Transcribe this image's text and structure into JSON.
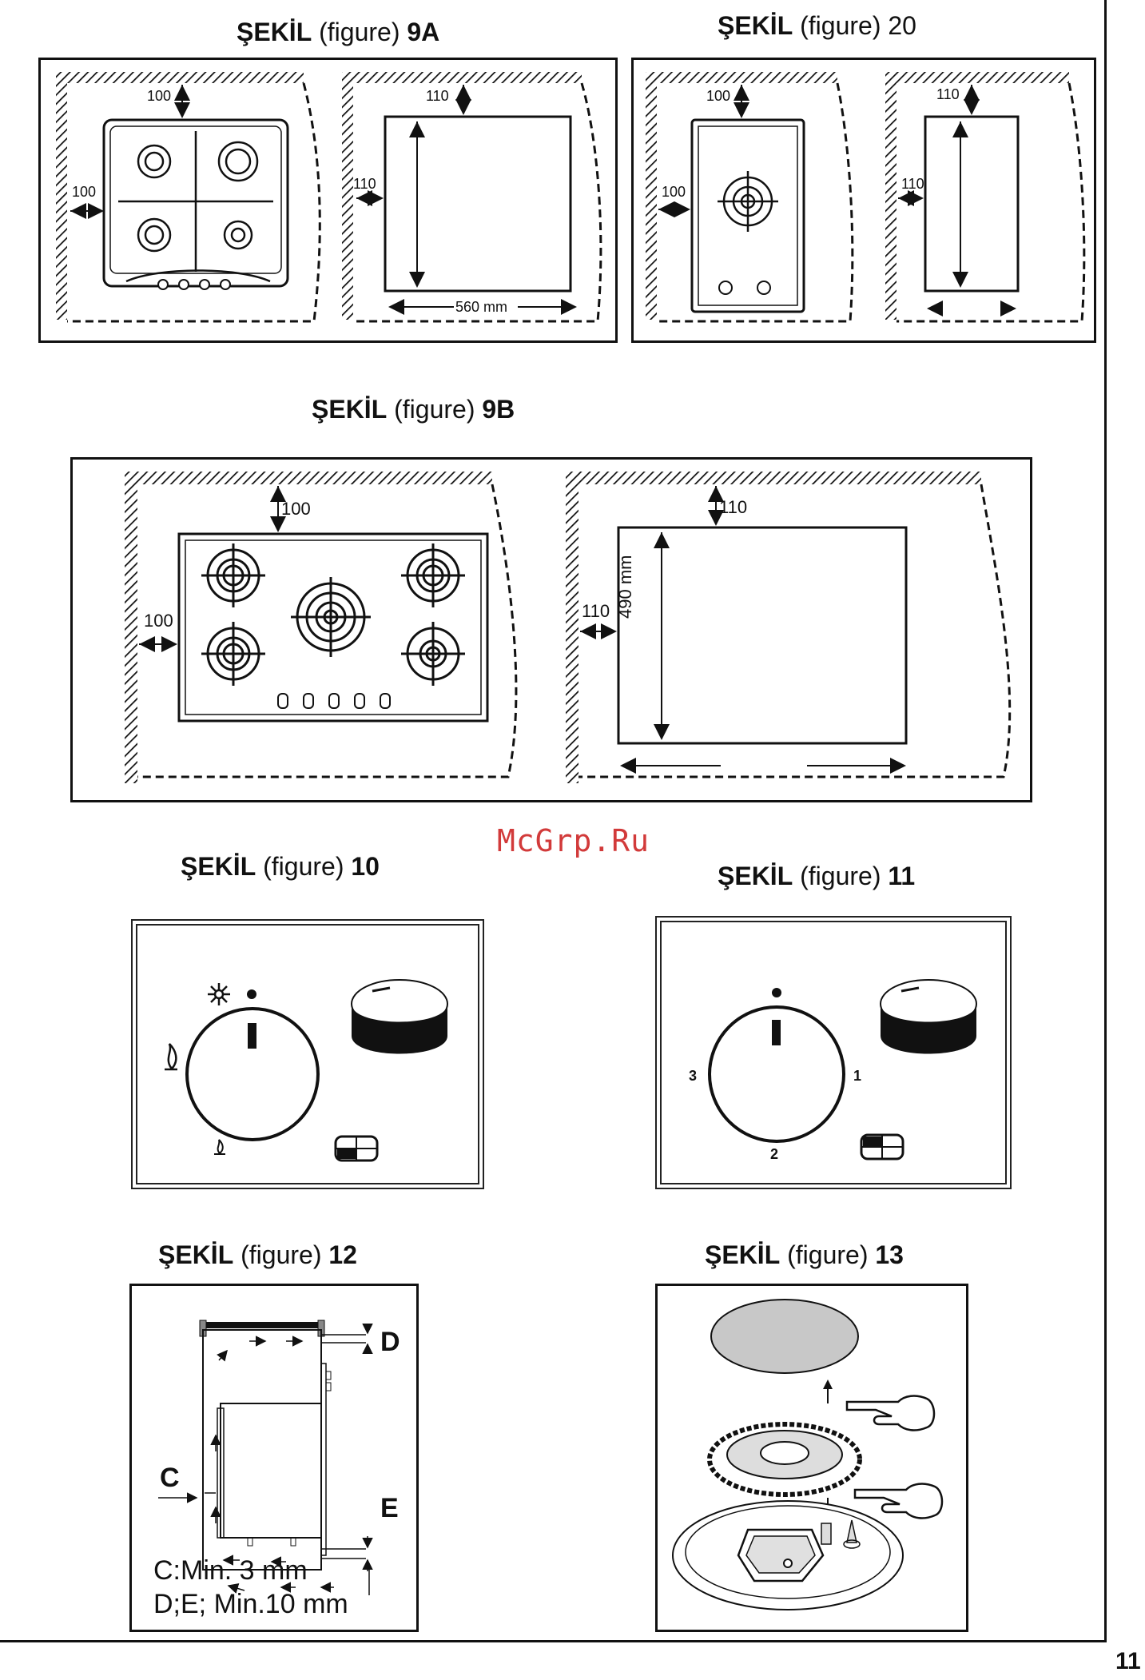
{
  "figures": {
    "f9a": {
      "prefix": "ŞEKİL",
      "middle": " (figure) ",
      "number": "9A"
    },
    "f20": {
      "prefix": "ŞEKİL",
      "middle": " (figure) ",
      "number": "20"
    },
    "f9b": {
      "prefix": "ŞEKİL",
      "middle": " (figure) ",
      "number": "9B"
    },
    "f10": {
      "prefix": "ŞEKİL",
      "middle": " (figure) ",
      "number": "10"
    },
    "f11": {
      "prefix": "ŞEKİL",
      "middle": " (figure) ",
      "number": "11"
    },
    "f12": {
      "prefix": "ŞEKİL",
      "middle": " (figure) ",
      "number": "12"
    },
    "f13": {
      "prefix": "ŞEKİL",
      "middle": " (figure) ",
      "number": "13"
    }
  },
  "dims": {
    "d100": "100",
    "d110": "110",
    "w560": "560 mm",
    "h490": "490 mm"
  },
  "knob11": {
    "pos1": "1",
    "pos2": "2",
    "pos3": "3"
  },
  "fig12": {
    "label_c": "C",
    "label_d": "D",
    "label_e": "E",
    "note_c": "C:Min. 3 mm",
    "note_de": "D;E; Min.10 mm"
  },
  "watermark": "McGrp.Ru",
  "page_number": "11"
}
